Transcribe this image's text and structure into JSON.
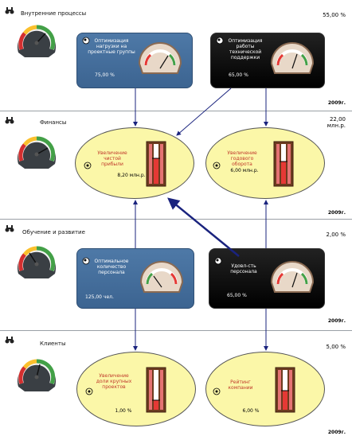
{
  "sections": [
    {
      "title": "Внутренние процессы",
      "value": "55,00 %",
      "year": "2009г.",
      "kpis": [
        {
          "text": "Оптимизация нагрузки на проектные группы",
          "value": "75,00 %",
          "style": "blue"
        },
        {
          "text": "Оптимизация работы технической поддержки",
          "value": "65,00 %",
          "style": "black"
        }
      ]
    },
    {
      "title": "Финансы",
      "value": "22,00 млн.р.",
      "year": "2009г.",
      "kpis": [
        {
          "text": "Увеличение чистой прибыли",
          "value": "8,20 млн.р."
        },
        {
          "text": "Увеличение годового оборота",
          "value": "6,00 млн.р."
        }
      ]
    },
    {
      "title": "Обучение и развитие",
      "value": "2,00 %",
      "year": "2009г.",
      "kpis": [
        {
          "text": "Оптимальное количество персонала",
          "value": "125,00 чел.",
          "style": "blue"
        },
        {
          "text": "Удовл-сть персонала",
          "value": "65,00 %",
          "style": "black"
        }
      ]
    },
    {
      "title": "Клиенты",
      "value": "5,00 %",
      "year": "2009г.",
      "kpis": [
        {
          "text": "Увеличение доли крупных проектов",
          "value": "1,00 %"
        },
        {
          "text": "Рейтинг компании",
          "value": "6,00 %"
        }
      ]
    }
  ],
  "colors": {
    "link": "#1a237e",
    "box_blue": "#4e79a7",
    "box_black": "#000000",
    "ellipse_fill": "#fbf7a8",
    "ellipse_text": "#c0392b"
  }
}
